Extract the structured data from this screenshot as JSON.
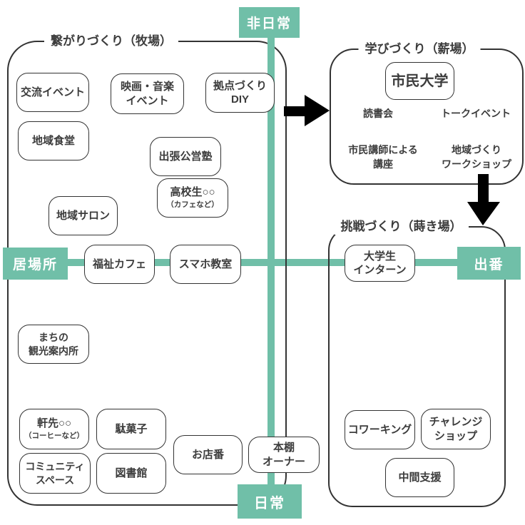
{
  "axis_labels": {
    "top": "非日常",
    "bottom": "日常",
    "left": "居場所",
    "right": "出番"
  },
  "colors": {
    "accent_teal": "#70bfa8",
    "outline": "#333333",
    "text": "#3c3c3c",
    "arrow": "#000000"
  },
  "icons": {
    "right_arrow": "➡",
    "down_arrow": "⬇"
  },
  "groups": [
    {
      "label": "繋がりづくり（牧場）",
      "items": [
        {
          "label": "交流イベント"
        },
        {
          "label": "映画・音楽\nイベント"
        },
        {
          "label": "拠点づくり\nDIY"
        },
        {
          "label": "地域食堂"
        },
        {
          "label": "出張公営塾"
        },
        {
          "label": "高校生○○",
          "sub": "（カフェなど）"
        },
        {
          "label": "地域サロン"
        },
        {
          "label": "福祉カフェ"
        },
        {
          "label": "スマホ教室"
        },
        {
          "label": "まちの\n観光案内所"
        },
        {
          "label": "軒先○○",
          "sub": "（コーヒーなど）"
        },
        {
          "label": "駄菓子"
        },
        {
          "label": "コミュニティ\nスペース"
        },
        {
          "label": "図書館"
        },
        {
          "label": "お店番"
        },
        {
          "label": "本棚\nオーナー"
        }
      ]
    },
    {
      "label": "学びづくり（薪場）",
      "items": [
        {
          "label": "市民大学"
        },
        {
          "label": "読書会"
        },
        {
          "label": "トークイベント"
        },
        {
          "label": "市民講師による\n講座"
        },
        {
          "label": "地域づくり\nワークショップ"
        }
      ]
    },
    {
      "label": "挑戦づくり（蒔き場）",
      "items": [
        {
          "label": "大学生\nインターン"
        },
        {
          "label": "コワーキング"
        },
        {
          "label": "チャレンジ\nショップ"
        },
        {
          "label": "中間支援"
        }
      ]
    }
  ]
}
